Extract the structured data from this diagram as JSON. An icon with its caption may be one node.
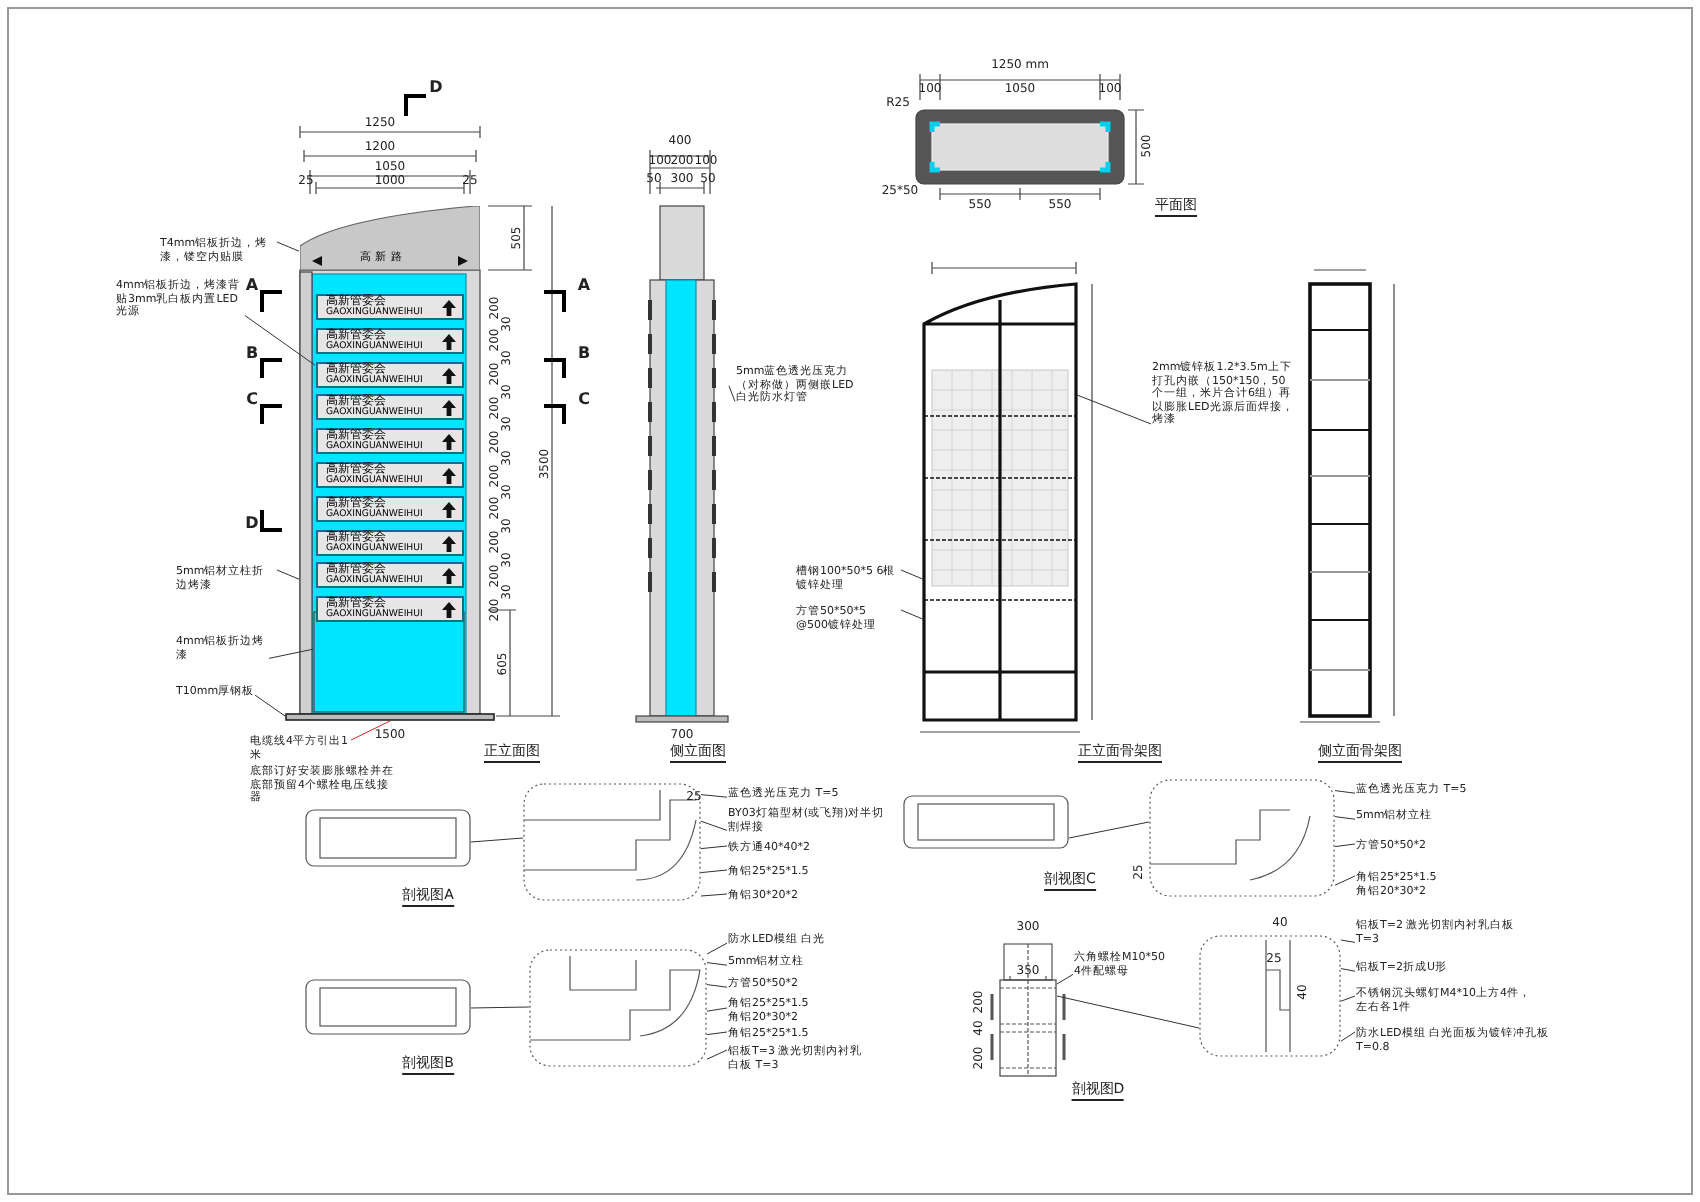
{
  "diagram": {
    "nodes": [
      {
        "text": [
          "高 新 路"
        ]
      },
      {
        "text": [
          "高新管委会",
          "GAOXINGUANWEIHUI"
        ]
      },
      {
        "text": [
          "高新管委会",
          "GAOXINGUANWEIHUI"
        ]
      },
      {
        "text": [
          "高新管委会",
          "GAOXINGUANWEIHUI"
        ]
      },
      {
        "text": [
          "高新管委会",
          "GAOXINGUANWEIHUI"
        ]
      },
      {
        "text": [
          "高新管委会",
          "GAOXINGUANWEIHUI"
        ]
      },
      {
        "text": [
          "高新管委会",
          "GAOXINGUANWEIHUI"
        ]
      },
      {
        "text": [
          "高新管委会",
          "GAOXINGUANWEIHUI"
        ]
      },
      {
        "text": [
          "高新管委会",
          "GAOXINGUANWEIHUI"
        ]
      },
      {
        "text": [
          "高新管委会",
          "GAOXINGUANWEIHUI"
        ]
      },
      {
        "text": [
          "高新管委会",
          "GAOXINGUANWEIHUI"
        ]
      },
      {
        "text": [
          "T4mm铝板折边，烤漆，镂空内贴膜"
        ]
      },
      {
        "text": [
          "4mm铝板折边，烤漆背贴3mm乳白板内置LED光源"
        ]
      },
      {
        "text": [
          "5mm铝材立柱折边烤漆"
        ]
      },
      {
        "text": [
          "4mm铝板折边烤漆"
        ]
      },
      {
        "text": [
          "T10mm厚钢板"
        ]
      },
      {
        "text": [
          "电缆线4平方引出1米"
        ]
      },
      {
        "text": [
          "5mm蓝色透光压克力（对称做）两侧嵌LED白光防水灯管"
        ]
      },
      {
        "text": [
          "2mm镀锌板1.2*3.5m上下打孔内嵌（150*150，50个一组，米片合计6组）再以膨胀LED光源后面焊接，烤漆"
        ]
      },
      {
        "text": [
          "槽钢100*50*5 6根镀锌处理"
        ]
      },
      {
        "text": [
          "方管50*50*5 @500镀锌处理"
        ]
      },
      {
        "text": [
          "蓝色透光压克力 T=5"
        ]
      },
      {
        "text": [
          "BY03灯箱型材(或飞翔)对半切割焊接"
        ]
      },
      {
        "text": [
          "铁方通40*40*2"
        ]
      },
      {
        "text": [
          "角铝25*25*1.5"
        ]
      },
      {
        "text": [
          "角铝30*20*2"
        ]
      },
      {
        "text": [
          "防水LED模组 白光"
        ]
      },
      {
        "text": [
          "5mm铝材立柱"
        ]
      },
      {
        "text": [
          "方管50*50*2"
        ]
      },
      {
        "text": [
          "角铝25*25*1.5",
          "角铝20*30*2"
        ]
      },
      {
        "text": [
          "角铝25*25*1.5"
        ]
      },
      {
        "text": [
          "铝板T=3 激光切割内衬乳白板 T=3"
        ]
      },
      {
        "text": [
          "蓝色透光压克力 T=5"
        ]
      },
      {
        "text": [
          "5mm铝材立柱"
        ]
      },
      {
        "text": [
          "方管50*50*2"
        ]
      },
      {
        "text": [
          "角铝25*25*1.5",
          "角铝20*30*2"
        ]
      },
      {
        "text": [
          "六角螺栓M10*50 4件配螺母"
        ]
      },
      {
        "text": [
          "铝板T=2 激光切割内衬乳白板 T=3"
        ]
      },
      {
        "text": [
          "铝板T=2折成U形"
        ]
      },
      {
        "text": [
          "不锈钢沉头螺钉M4*10上方4件，左右各1件"
        ]
      },
      {
        "text": [
          "防水LED模组 白光面板为镀锌冲孔板 T=0.8"
        ]
      },
      {
        "text": [],
        "shape": "box"
      },
      {
        "text": [],
        "shape": "box"
      },
      {
        "text": [],
        "shape": "bar"
      },
      {
        "text": [],
        "shape": "picture"
      },
      {
        "text": [],
        "shape": "picture"
      },
      {
        "text": [],
        "shape": "picture"
      },
      {
        "text": [],
        "shape": "picture"
      },
      {
        "text": [],
        "shape": "picture"
      },
      {
        "text": [],
        "shape": "picture"
      },
      {
        "text": [],
        "shape": "picture"
      },
      {
        "text": [],
        "shape": "picture"
      },
      {
        "text": [],
        "shape": "box"
      },
      {
        "text": [],
        "shape": "picture"
      }
    ],
    "edges": [
      {
        "from": 11,
        "to": 0,
        "arrow": "none"
      },
      {
        "from": 12,
        "to": 3,
        "arrow": "none"
      },
      {
        "from": 13,
        "to": 41,
        "arrow": "none"
      },
      {
        "from": 14,
        "to": 42,
        "arrow": "none"
      },
      {
        "from": 15,
        "to": 43,
        "arrow": "none"
      },
      {
        "from": 16,
        "to": 43,
        "arrow": "none",
        "color": "#e02020"
      },
      {
        "from": 17,
        "to": 44,
        "arrow": "none"
      },
      {
        "from": 18,
        "to": 45,
        "arrow": "none"
      },
      {
        "from": 19,
        "to": 45,
        "arrow": "none"
      },
      {
        "from": 20,
        "to": 45,
        "arrow": "none"
      },
      {
        "from": 21,
        "to": 47,
        "arrow": "none"
      },
      {
        "from": 22,
        "to": 47,
        "arrow": "none"
      },
      {
        "from": 23,
        "to": 47,
        "arrow": "none"
      },
      {
        "from": 24,
        "to": 47,
        "arrow": "none"
      },
      {
        "from": 25,
        "to": 47,
        "arrow": "none"
      },
      {
        "from": 26,
        "to": 49,
        "arrow": "none"
      },
      {
        "from": 27,
        "to": 49,
        "arrow": "none"
      },
      {
        "from": 28,
        "to": 49,
        "arrow": "none"
      },
      {
        "from": 29,
        "to": 49,
        "arrow": "none"
      },
      {
        "from": 30,
        "to": 49,
        "arrow": "none"
      },
      {
        "from": 31,
        "to": 49,
        "arrow": "none"
      },
      {
        "from": 32,
        "to": 51,
        "arrow": "none"
      },
      {
        "from": 33,
        "to": 51,
        "arrow": "none"
      },
      {
        "from": 34,
        "to": 51,
        "arrow": "none"
      },
      {
        "from": 35,
        "to": 51,
        "arrow": "none"
      },
      {
        "from": 36,
        "to": 52,
        "arrow": "none"
      },
      {
        "from": 37,
        "to": 53,
        "arrow": "none"
      },
      {
        "from": 38,
        "to": 53,
        "arrow": "none"
      },
      {
        "from": 39,
        "to": 53,
        "arrow": "none"
      },
      {
        "from": 40,
        "to": 53,
        "arrow": "none"
      },
      {
        "from": 46,
        "to": 47,
        "arrow": "none"
      },
      {
        "from": 48,
        "to": 49,
        "arrow": "none"
      },
      {
        "from": 50,
        "to": 51,
        "arrow": "none"
      },
      {
        "from": 52,
        "to": 53,
        "arrow": "none"
      }
    ],
    "labels": [
      "D",
      "1250",
      "1200",
      "1050",
      "25",
      "1000",
      "25",
      "505",
      "200",
      "30",
      "200",
      "30",
      "200",
      "30",
      "200",
      "30",
      "200",
      "30",
      "200",
      "30",
      "200",
      "30",
      "200",
      "30",
      "200",
      "30",
      "200",
      "3500",
      "605",
      "A",
      "A",
      "B",
      "B",
      "C",
      "C",
      "D",
      "1500",
      "正立面图",
      "底部订好安装膨胀螺栓并在底部预留4个螺栓电压线接器",
      "400",
      "100",
      "200",
      "100",
      "50",
      "300",
      "50",
      "700",
      "侧立面图",
      "1250 mm",
      "100",
      "1050",
      "100",
      "R25",
      "500",
      "25*50",
      "550",
      "550",
      "平面图",
      "正立面骨架图",
      "侧立面骨架图",
      "25",
      "剖视图A",
      "剖视图B",
      "25",
      "剖视图C",
      "300",
      "350",
      "200",
      "40",
      "200",
      "剖视图D",
      "40",
      "25",
      "40"
    ]
  }
}
